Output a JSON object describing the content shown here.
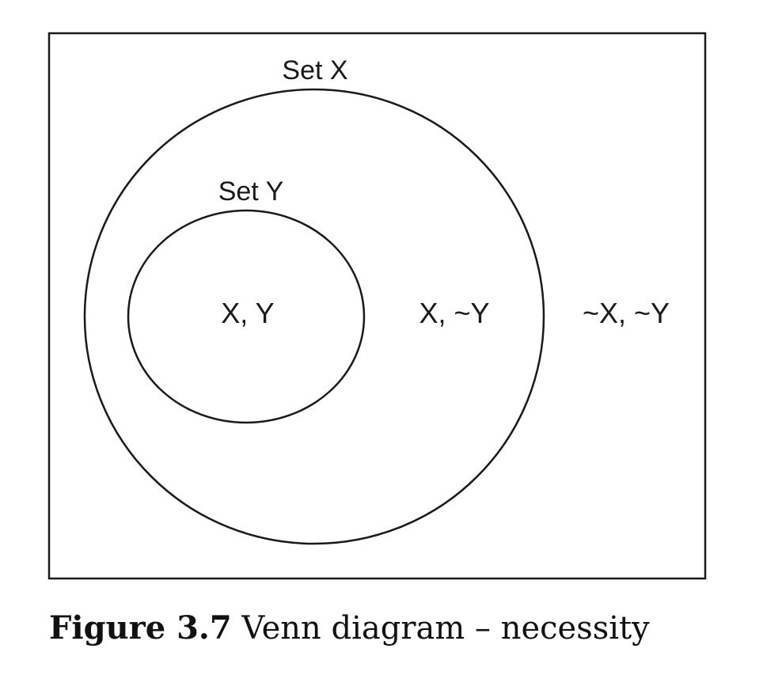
{
  "diagram": {
    "outer_set_label": "Set X",
    "inner_set_label": "Set Y",
    "region_inside_both": "X, Y",
    "region_x_only": "X, ~Y",
    "region_outside": "~X, ~Y"
  },
  "caption": {
    "figure_number": "Figure 3.7",
    "text": "Venn diagram – necessity"
  }
}
